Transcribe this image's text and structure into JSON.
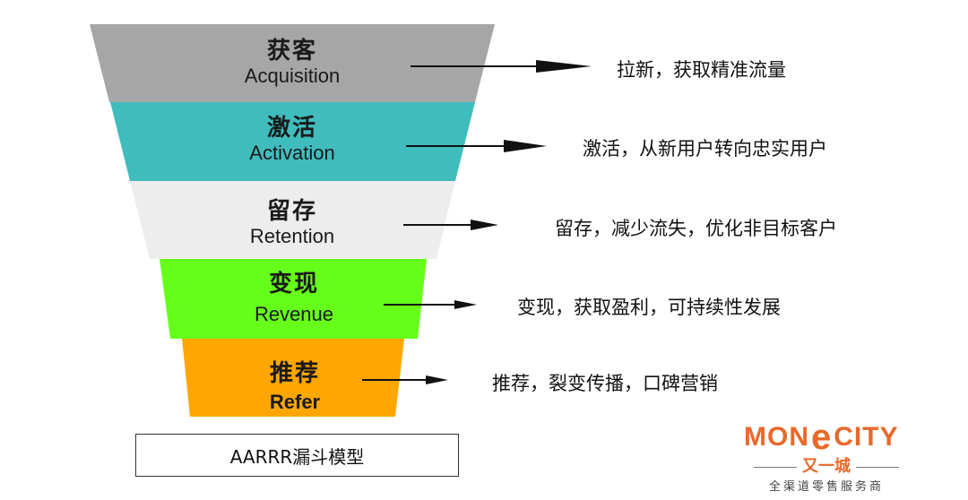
{
  "colors": {
    "acquisition": "#a6a6a6",
    "activation": "#40bcbd",
    "retention": "#ededed",
    "revenue": "#66ff1a",
    "refer": "#ffa700",
    "arrow": "#111111",
    "logo": "#e8692a"
  },
  "stages": [
    {
      "zh": "获客",
      "en": "Acquisition",
      "desc": "拉新，获取精准流量"
    },
    {
      "zh": "激活",
      "en": "Activation",
      "desc": "激活，从新用户转向忠实用户"
    },
    {
      "zh": "留存",
      "en": "Retention",
      "desc": "留存，减少流失，优化非目标客户"
    },
    {
      "zh": "变现",
      "en": "Revenue",
      "desc": "变现，获取盈利，可持续性发展"
    },
    {
      "zh": "推荐",
      "en": "Refer",
      "desc": "推荐，裂变传播，口碑营销"
    }
  ],
  "caption": "AARRR漏斗模型",
  "logo": {
    "main_left": "MON",
    "main_mark": "e",
    "main_right": "CITY",
    "zh": "又一城",
    "sub": "全渠道零售服务商"
  }
}
